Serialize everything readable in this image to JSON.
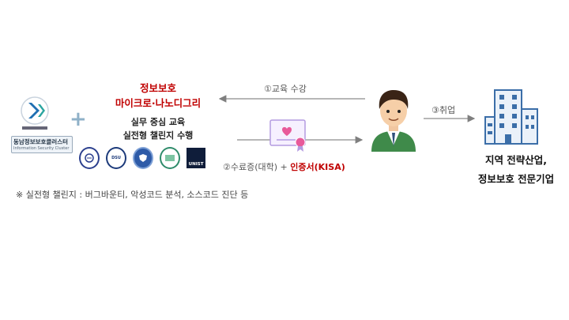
{
  "left": {
    "title_line1": "정보보호",
    "title_line2": "마이크로·나노디그리",
    "sub_line1": "실무 중심 교육",
    "sub_line2": "실전형 챌린지 수행",
    "cluster_logo_text": "동남정보보호클러스터",
    "cluster_logo_subtext": "Information Security Cluster",
    "univ_seal_2": "DSU",
    "univ_seal_5": "UNIST"
  },
  "arrows": {
    "top_label": "①교육 수강",
    "bottom_label_part1": "②수료증(대학) +",
    "bottom_label_part2": "인증서(KISA)",
    "right_label": "③취업"
  },
  "destination": {
    "line1": "지역 전략산업,",
    "line2": "정보보호 전문기업"
  },
  "note": "※ 실전형 챌린지 : 버그바운티, 악성코드 분석, 소스코드 진단 등",
  "colors": {
    "red": "#c00000",
    "cert_pink": "#e85a9a",
    "cert_purple": "#b49be0",
    "building": "#3b6ea8",
    "person_jacket": "#3f8a4a"
  }
}
